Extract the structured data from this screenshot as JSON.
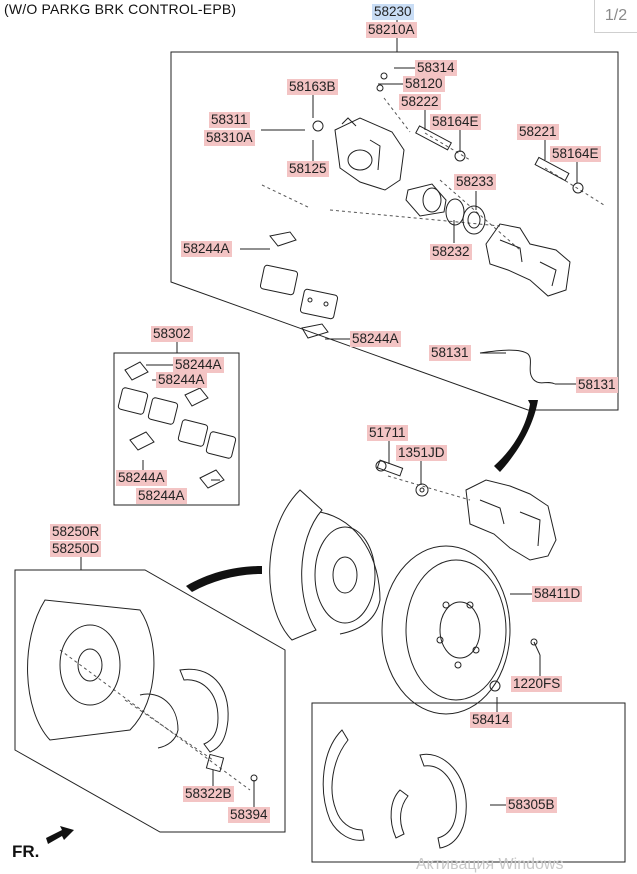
{
  "header": {
    "title": "(W/O PARKG BRK CONTROL-EPB)",
    "page_indicator": "1/2"
  },
  "labels": {
    "l58230": "58230",
    "l58210A": "58210A",
    "l58314": "58314",
    "l58120": "58120",
    "l58163B": "58163B",
    "l58222": "58222",
    "l58311": "58311",
    "l58310A": "58310A",
    "l58164E_a": "58164E",
    "l58221": "58221",
    "l58164E_b": "58164E",
    "l58125": "58125",
    "l58233": "58233",
    "l58244A_a": "58244A",
    "l58232": "58232",
    "l58244A_b": "58244A",
    "l58302": "58302",
    "l58244A_c": "58244A",
    "l58244A_d": "58244A",
    "l58131_a": "58131",
    "l58131_b": "58131",
    "l51711": "51711",
    "l1351JD": "1351JD",
    "l58244A_e": "58244A",
    "l58244A_f": "58244A",
    "l58250R": "58250R",
    "l58250D": "58250D",
    "l58411D": "58411D",
    "l1220FS": "1220FS",
    "l58414": "58414",
    "l58322B": "58322B",
    "l58394": "58394",
    "l58305B": "58305B"
  },
  "footer": {
    "direction": "FR.",
    "watermark": "Активация Windows"
  },
  "colors": {
    "part_label_bg": "#f3c4c4",
    "assembly_label_bg": "#c9ddf5",
    "line": "#222222"
  }
}
